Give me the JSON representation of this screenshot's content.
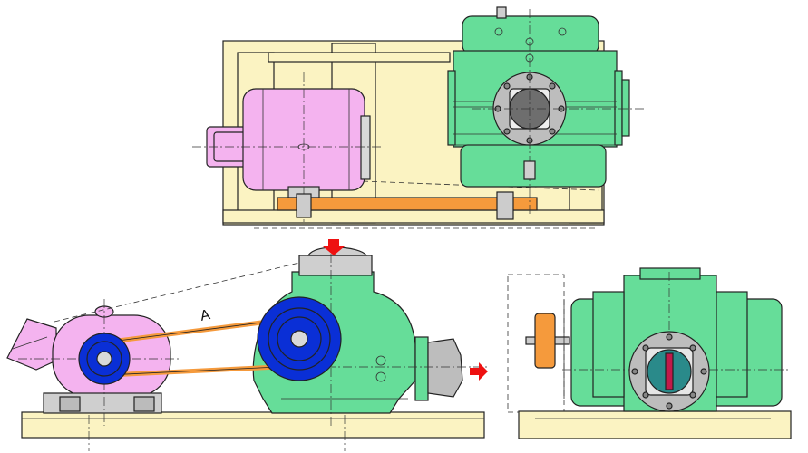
{
  "diagram": {
    "belt_label": "A",
    "colors": {
      "pump_green": "#66dd99",
      "motor_pink": "#f4b3ef",
      "frame_cream": "#fbf3c2",
      "belt_orange": "#f59a3c",
      "pulley_blue": "#0a2fd6",
      "flange_gray": "#bdbdbd",
      "arrow_red": "#ee1111"
    },
    "views": [
      "top-view",
      "side-view",
      "end-view"
    ],
    "flow_arrows": [
      "inlet-arrow",
      "outlet-arrow"
    ]
  }
}
